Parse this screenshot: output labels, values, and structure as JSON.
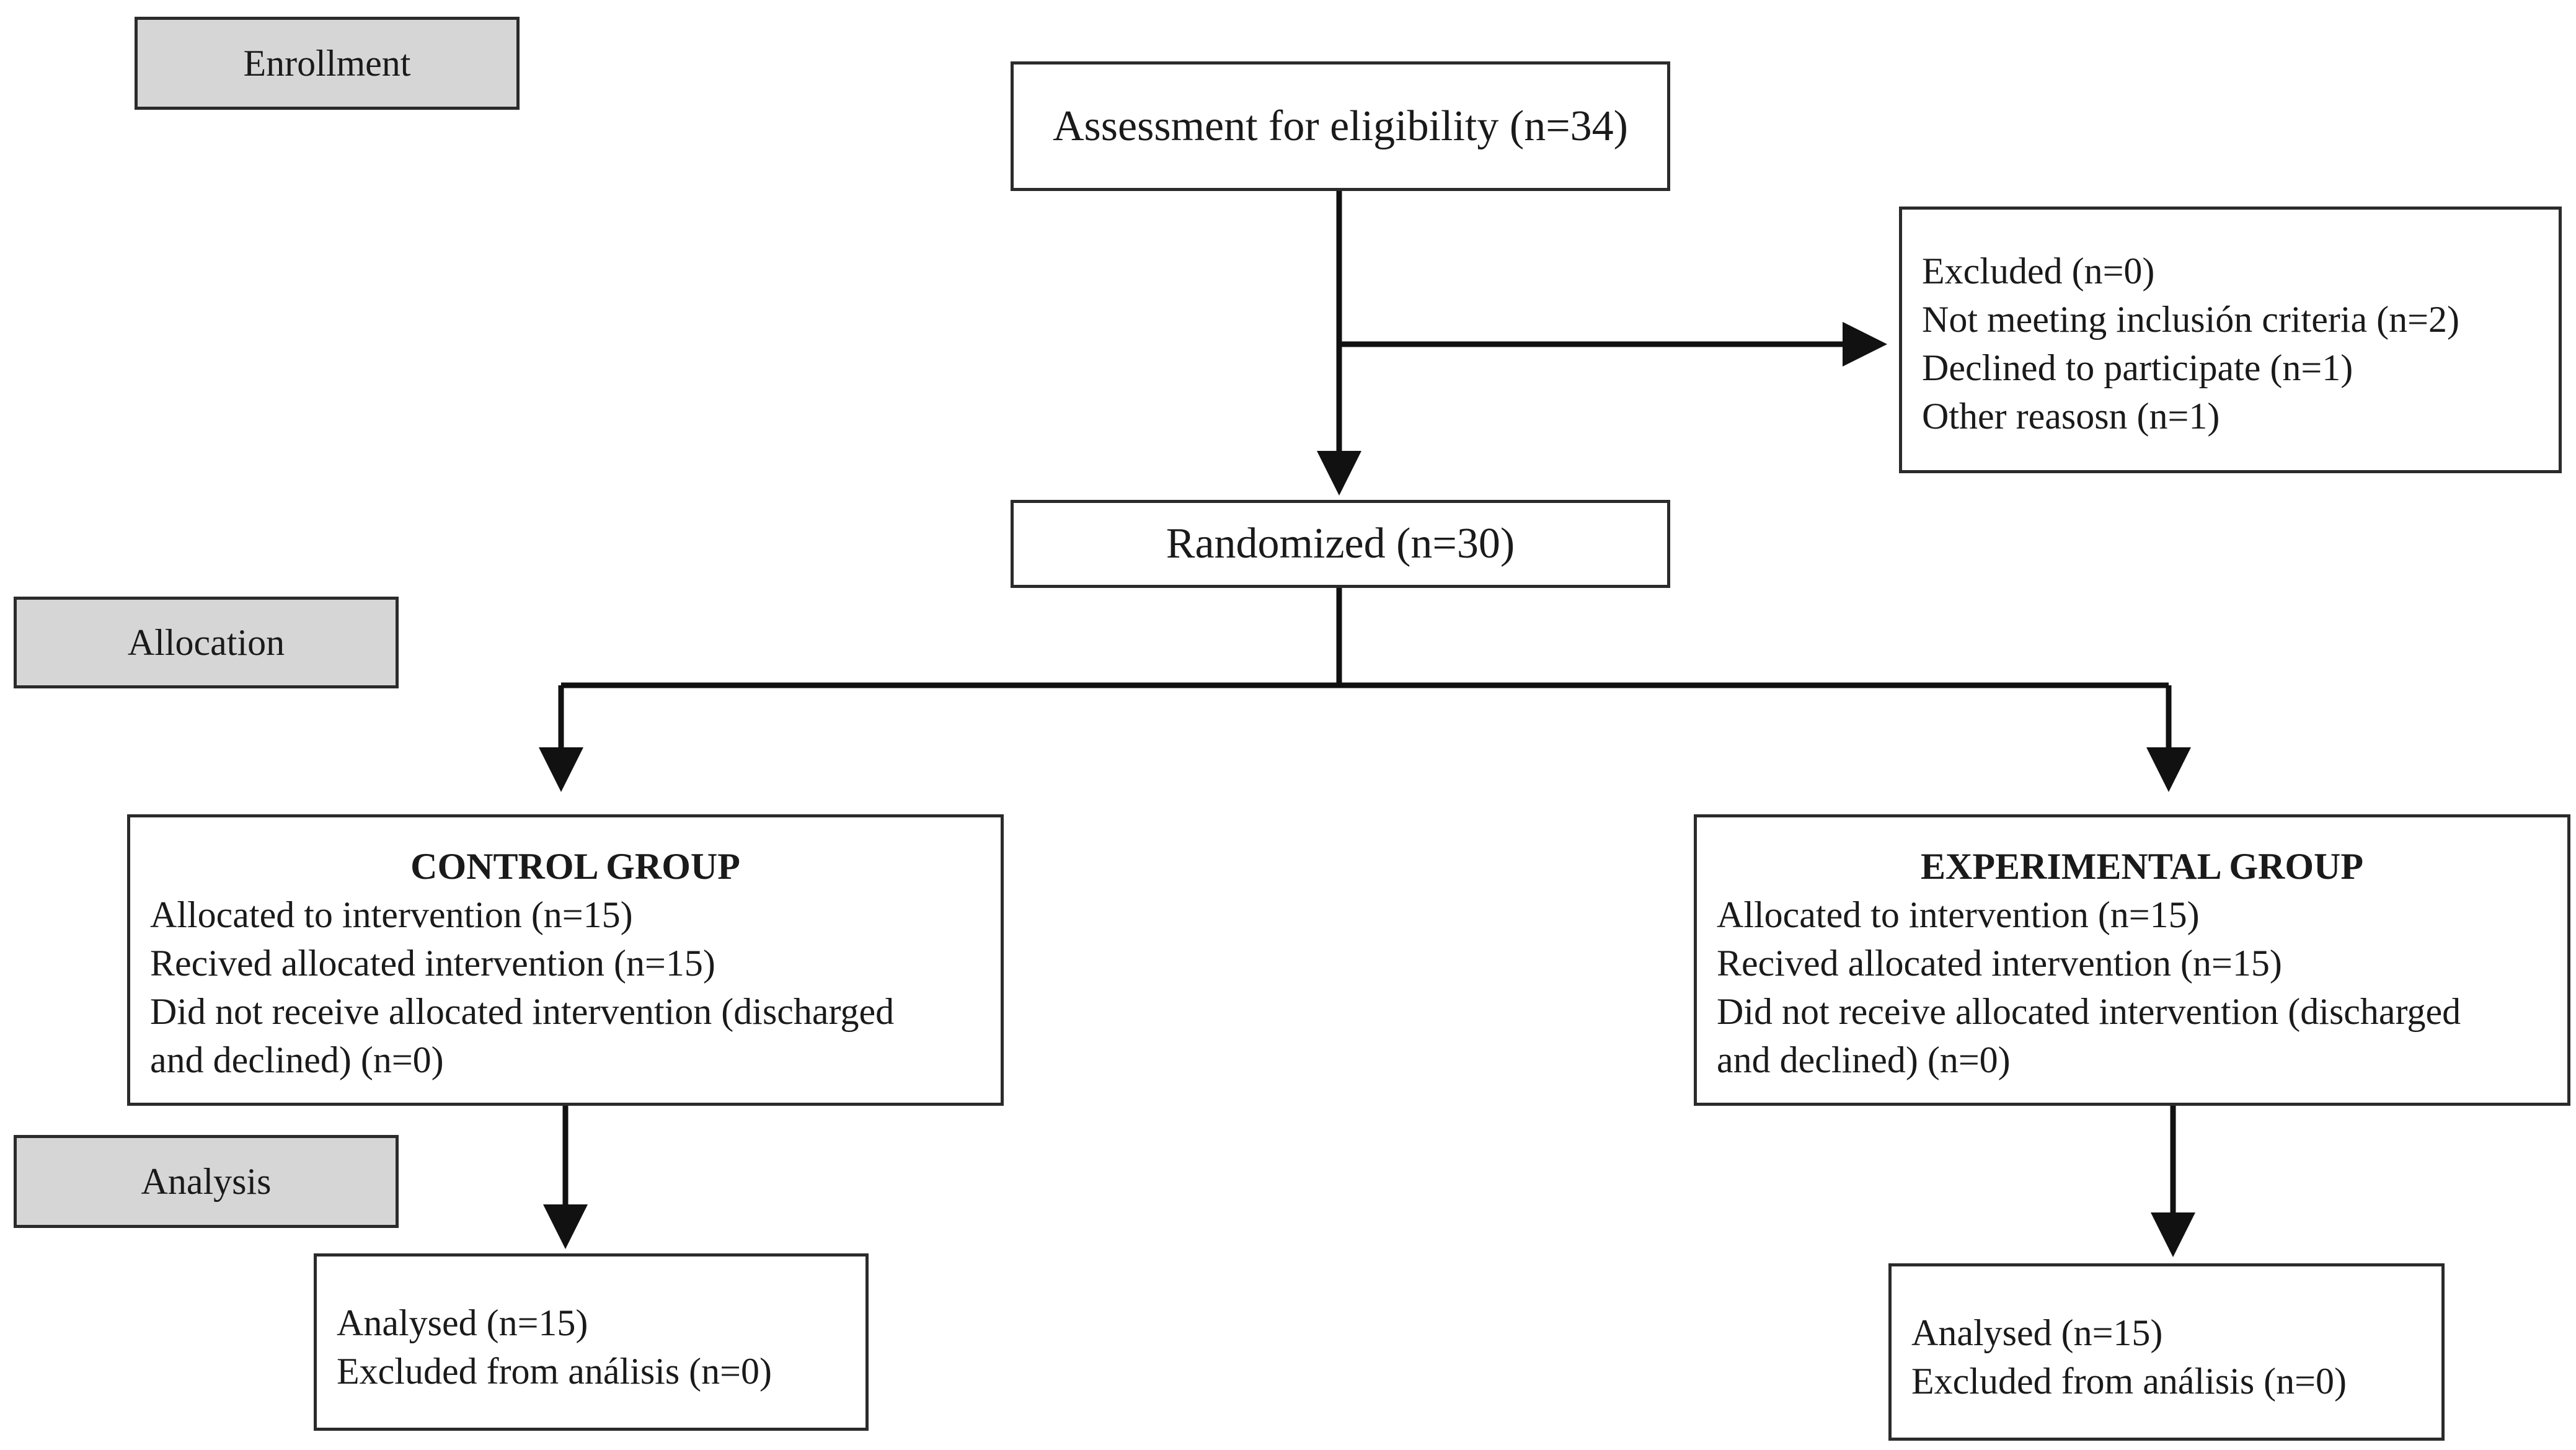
{
  "stages": {
    "enrollment": "Enrollment",
    "allocation": "Allocation",
    "analysis": "Analysis"
  },
  "assessment": "Assessment for eligibility (n=34)",
  "excluded": {
    "lines": [
      "Excluded (n=0)",
      "Not meeting inclusión criteria (n=2)",
      "Declined to participate (n=1)",
      "Other reasosn (n=1)"
    ]
  },
  "randomized": "Randomized (n=30)",
  "control": {
    "title": "CONTROL GROUP",
    "lines": [
      "Allocated to intervention (n=15)",
      "Recived allocated intervention (n=15)",
      "Did not receive allocated intervention (discharged",
      "and declined) (n=0)"
    ],
    "analysis": [
      "Analysed (n=15)",
      "Excluded from análisis (n=0)"
    ]
  },
  "experimental": {
    "title": "EXPERIMENTAL GROUP",
    "lines": [
      "Allocated to intervention (n=15)",
      "Recived allocated intervention (n=15)",
      "Did not receive allocated intervention (discharged",
      "and declined) (n=0)"
    ],
    "analysis": [
      "Analysed (n=15)",
      "Excluded from análisis (n=0)"
    ]
  },
  "colors": {
    "stage_fill": "#d6d6d6",
    "line": "#111111",
    "border": "#2b2b2b"
  }
}
